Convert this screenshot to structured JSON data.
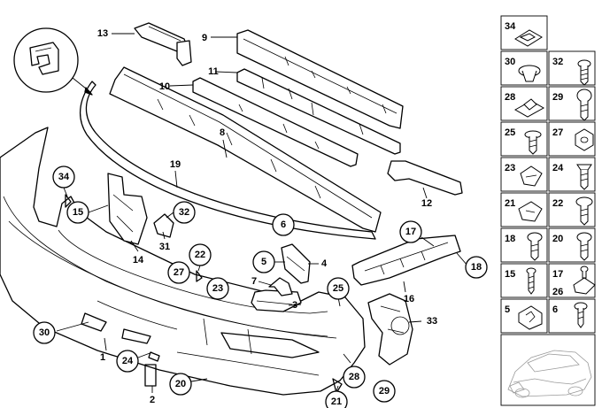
{
  "callouts": [
    {
      "id": "c34a",
      "label": "34"
    },
    {
      "id": "c15a",
      "label": "15"
    },
    {
      "id": "c32a",
      "label": "32"
    },
    {
      "id": "c22a",
      "label": "22"
    },
    {
      "id": "c27a",
      "label": "27"
    },
    {
      "id": "c23a",
      "label": "23"
    },
    {
      "id": "c6",
      "label": "6"
    },
    {
      "id": "c5a",
      "label": "5"
    },
    {
      "id": "c17a",
      "label": "17"
    },
    {
      "id": "c18a",
      "label": "18"
    },
    {
      "id": "c25a",
      "label": "25"
    },
    {
      "id": "c30a",
      "label": "30"
    },
    {
      "id": "c24a",
      "label": "24"
    },
    {
      "id": "c20a",
      "label": "20"
    },
    {
      "id": "c28a",
      "label": "28"
    },
    {
      "id": "c29a",
      "label": "29"
    },
    {
      "id": "c21a",
      "label": "21"
    }
  ],
  "plain_labels": [
    {
      "id": "p13",
      "label": "13"
    },
    {
      "id": "p9",
      "label": "9"
    },
    {
      "id": "p11",
      "label": "11"
    },
    {
      "id": "p10",
      "label": "10"
    },
    {
      "id": "p8",
      "label": "8"
    },
    {
      "id": "p19",
      "label": "19"
    },
    {
      "id": "p12",
      "label": "12"
    },
    {
      "id": "p14",
      "label": "14"
    },
    {
      "id": "p31",
      "label": "31"
    },
    {
      "id": "p4",
      "label": "4"
    },
    {
      "id": "p7",
      "label": "7"
    },
    {
      "id": "p3",
      "label": "3"
    },
    {
      "id": "p16",
      "label": "16"
    },
    {
      "id": "p33",
      "label": "33"
    },
    {
      "id": "p1",
      "label": "1"
    },
    {
      "id": "p2",
      "label": "2"
    }
  ],
  "legend": [
    {
      "id": "l34",
      "label": "34"
    },
    {
      "id": "l30",
      "label": "30"
    },
    {
      "id": "l32",
      "label": "32"
    },
    {
      "id": "l28",
      "label": "28"
    },
    {
      "id": "l29",
      "label": "29"
    },
    {
      "id": "l25",
      "label": "25"
    },
    {
      "id": "l27",
      "label": "27"
    },
    {
      "id": "l23",
      "label": "23"
    },
    {
      "id": "l24",
      "label": "24"
    },
    {
      "id": "l21",
      "label": "21"
    },
    {
      "id": "l22",
      "label": "22"
    },
    {
      "id": "l18",
      "label": "18"
    },
    {
      "id": "l20",
      "label": "20"
    },
    {
      "id": "l15",
      "label": "15"
    },
    {
      "id": "l17",
      "label": "17"
    },
    {
      "id": "l26",
      "label": "26"
    },
    {
      "id": "l5",
      "label": "5"
    },
    {
      "id": "l6",
      "label": "6"
    }
  ]
}
